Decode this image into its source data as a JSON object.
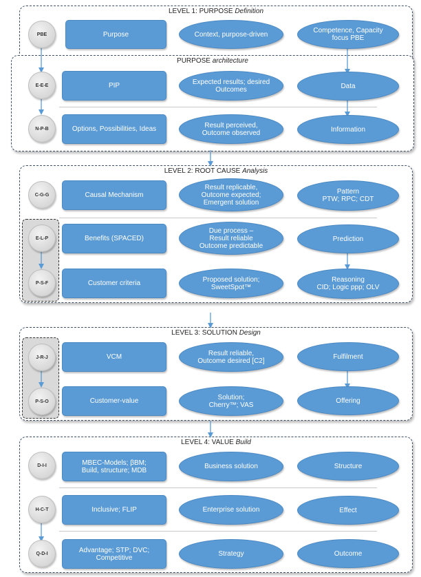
{
  "colors": {
    "box_fill": "#5b9bd5",
    "node_fill": "#d9d9d9",
    "panel_border": "#3f4f63"
  },
  "level1": {
    "title": "LEVEL 1: PURPOSE ",
    "title_italic": "Definition",
    "row1": {
      "code": "PBE",
      "box": "Purpose",
      "ellipse": "Context, purpose-driven",
      "right": "Competence, Capacity\nfocus PBE"
    }
  },
  "purpose_arch": {
    "title": "PURPOSE ",
    "title_italic": "architecture",
    "row1": {
      "code": "E-E-E",
      "box": "PIP",
      "ellipse": "Expected results; desired\nOutcomes",
      "right": "Data"
    },
    "row2": {
      "code": "N-P-B",
      "box": "Options, Possibilities, Ideas",
      "ellipse": "Result perceived,\nOutcome observed",
      "right": "Information"
    }
  },
  "level2": {
    "title": "LEVEL 2: ROOT CAUSE ",
    "title_italic": "Analysis",
    "row1": {
      "code": "C-G-G",
      "box": "Causal Mechanism",
      "ellipse": "Result replicable,\nOutcome expected;\nEmergent solution",
      "right": "Pattern\nPTW; RPC; CDT"
    },
    "row2": {
      "code": "E-L-P",
      "box": "Benefits (SPACED)",
      "ellipse": "Due process –\nResult reliable\nOutcome predictable",
      "right": "Prediction"
    },
    "row3": {
      "code": "P-S-F",
      "box": "Customer criteria",
      "ellipse": "Proposed solution;\nSweetSpot™",
      "right": "Reasoning\nCID; Logic ppp; OLV"
    }
  },
  "level3": {
    "title": "LEVEL  3: SOLUTION ",
    "title_italic": "Design",
    "row1": {
      "code": "J-R-J",
      "box": "VCM",
      "ellipse": "Result reliable,\nOutcome desired [C2]",
      "right": "Fulfilment"
    },
    "row2": {
      "code": "P-S-O",
      "box": "Customer-value",
      "ellipse": "Solution;\nCherry™; VAS",
      "right": "Offering"
    }
  },
  "level4": {
    "title": "LEVEL 4: VALUE ",
    "title_italic": "Build",
    "row1": {
      "code": "D-I-I",
      "box": "MBEC-Models; βBM;\nBuild, structure; MDB",
      "ellipse": "Business solution",
      "right": "Structure"
    },
    "row2": {
      "code": "H-C-T",
      "box": "Inclusive; FLIP",
      "ellipse": "Enterprise solution",
      "right": "Effect"
    },
    "row3": {
      "code": "Q-D-I",
      "box": "Advantage; STP; DVC;\nCompetitive",
      "ellipse": "Strategy",
      "right": "Outcome"
    }
  }
}
